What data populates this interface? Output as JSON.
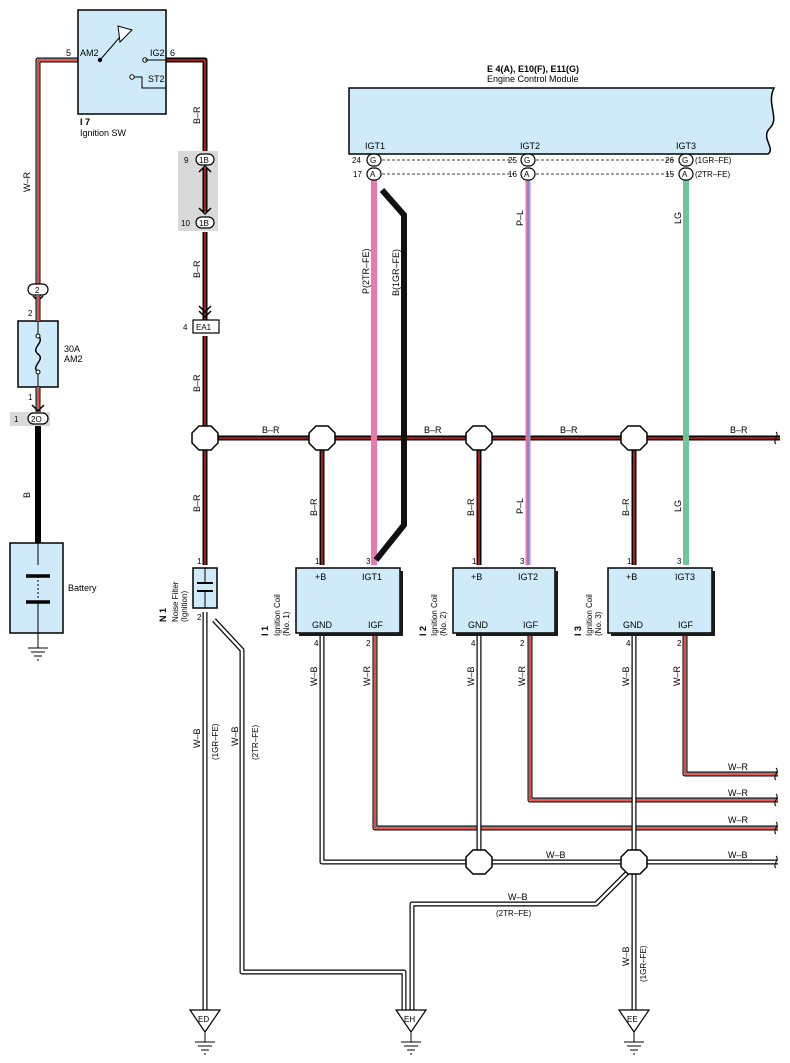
{
  "ignition_switch": {
    "code": "I 7",
    "name": "Ignition SW",
    "terminals": {
      "am2": "AM2",
      "ig2": "IG2",
      "st2": "ST2"
    },
    "pin_am2": "5",
    "pin_ig2": "6"
  },
  "ecm": {
    "title": "E 4(A), E10(F), E11(G)",
    "subtitle": "Engine Control Module",
    "pins": [
      {
        "label": "IGT1",
        "pin_g": "24",
        "pin_a": "17",
        "conn_g": "G",
        "conn_a": "A"
      },
      {
        "label": "IGT2",
        "pin_g": "25",
        "pin_a": "16",
        "conn_g": "G",
        "conn_a": "A"
      },
      {
        "label": "IGT3",
        "pin_g": "26",
        "pin_a": "15",
        "conn_g": "G",
        "conn_a": "A",
        "note_g": "(1GR–FE)",
        "note_a": "(2TR–FE)"
      }
    ]
  },
  "connectors": {
    "c1b_top": {
      "pin": "9",
      "label": "1B"
    },
    "c1b_bottom": {
      "pin": "10",
      "label": "1B"
    },
    "ea1": {
      "pin": "4",
      "label": "EA1"
    },
    "c2_top": {
      "label": "2",
      "pin": "2"
    },
    "c2o": {
      "pin": "1",
      "label": "2O"
    }
  },
  "fuse": {
    "rating": "30A",
    "name": "AM2",
    "pin_top": "2",
    "pin_bottom": "1"
  },
  "battery": {
    "name": "Battery",
    "wire": "B"
  },
  "noise_filter": {
    "code": "N 1",
    "name": "Noise Filter",
    "sub": "(Ignition)",
    "pin_top": "1",
    "pin_bottom": "2"
  },
  "coils": [
    {
      "code": "I 1",
      "name": "Ignition Coil",
      "sub": "(No. 1)",
      "b": "+B",
      "igt": "IGT1",
      "gnd": "GND",
      "igf": "IGF",
      "pin_b": "1",
      "pin_igt": "3",
      "pin_gnd": "4",
      "pin_igf": "2"
    },
    {
      "code": "I 2",
      "name": "Ignition Coil",
      "sub": "(No. 2)",
      "b": "+B",
      "igt": "IGT2",
      "gnd": "GND",
      "igf": "IGF",
      "pin_b": "1",
      "pin_igt": "3",
      "pin_gnd": "4",
      "pin_igf": "2"
    },
    {
      "code": "I 3",
      "name": "Ignition Coil",
      "sub": "(No. 3)",
      "b": "+B",
      "igt": "IGT3",
      "gnd": "GND",
      "igf": "IGF",
      "pin_b": "1",
      "pin_igt": "3",
      "pin_gnd": "4",
      "pin_igf": "2"
    }
  ],
  "wire_labels": {
    "wr": "W–R",
    "br": "B–R",
    "wb": "W–B",
    "p2tr": "P(2TR–FE)",
    "b1gr": "B(1GR–FE)",
    "pl": "P–L",
    "lg": "LG",
    "gr1": "(1GR–FE)",
    "tr2": "(2TR–FE)"
  },
  "grounds": {
    "ed": "ED",
    "eh": "EH",
    "ee": "EE"
  },
  "colors": {
    "red": "#e0201b",
    "pink": "#e97ab0",
    "blue": "#6a8fd8",
    "green": "#6fc69a",
    "box": "#cfeaf8"
  }
}
